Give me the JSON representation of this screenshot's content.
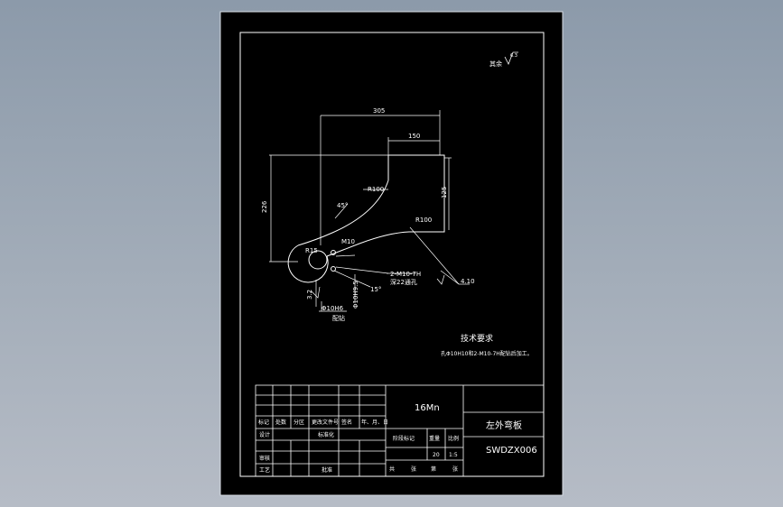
{
  "drawing": {
    "roughness_label": "其余",
    "roughness_value": "6.3",
    "dimensions": {
      "d305": "305",
      "d150": "150",
      "d226": "226",
      "d125": "125",
      "r100a": "R100",
      "r100b": "R100",
      "ang45": "45°",
      "angle15": "15°",
      "d10": "4.10",
      "tap": "2-M10-7H",
      "tap_sub": "深22通孔",
      "phi": "Φ10H6",
      "phi_sub": "配钻",
      "m10": "M10",
      "phi10": "Φ10H9.5",
      "r15": "R15",
      "tol": "3.2"
    },
    "notes": {
      "title": "技术要求",
      "line1": "孔Φ10H10和2-M10-7H配钻后加工。"
    }
  },
  "title_block": {
    "material": "16Mn",
    "part_name": "左外弯板",
    "drawing_no": "SWDZX006",
    "header_row": [
      "标记",
      "处数",
      "分区",
      "更改文件号",
      "签名",
      "年、月、日"
    ],
    "row_design": [
      "设计",
      "",
      "",
      "标准化",
      "",
      ""
    ],
    "row_review": [
      "审核",
      "",
      "",
      "",
      "",
      ""
    ],
    "row_process": [
      "工艺",
      "",
      "",
      "批准",
      "",
      ""
    ],
    "stage_label": "阶段标记",
    "weight_label": "重量",
    "scale_label": "比例",
    "weight_value": "20",
    "scale_value": "1:5",
    "sheets": [
      "共",
      "张",
      "第",
      "张"
    ]
  }
}
